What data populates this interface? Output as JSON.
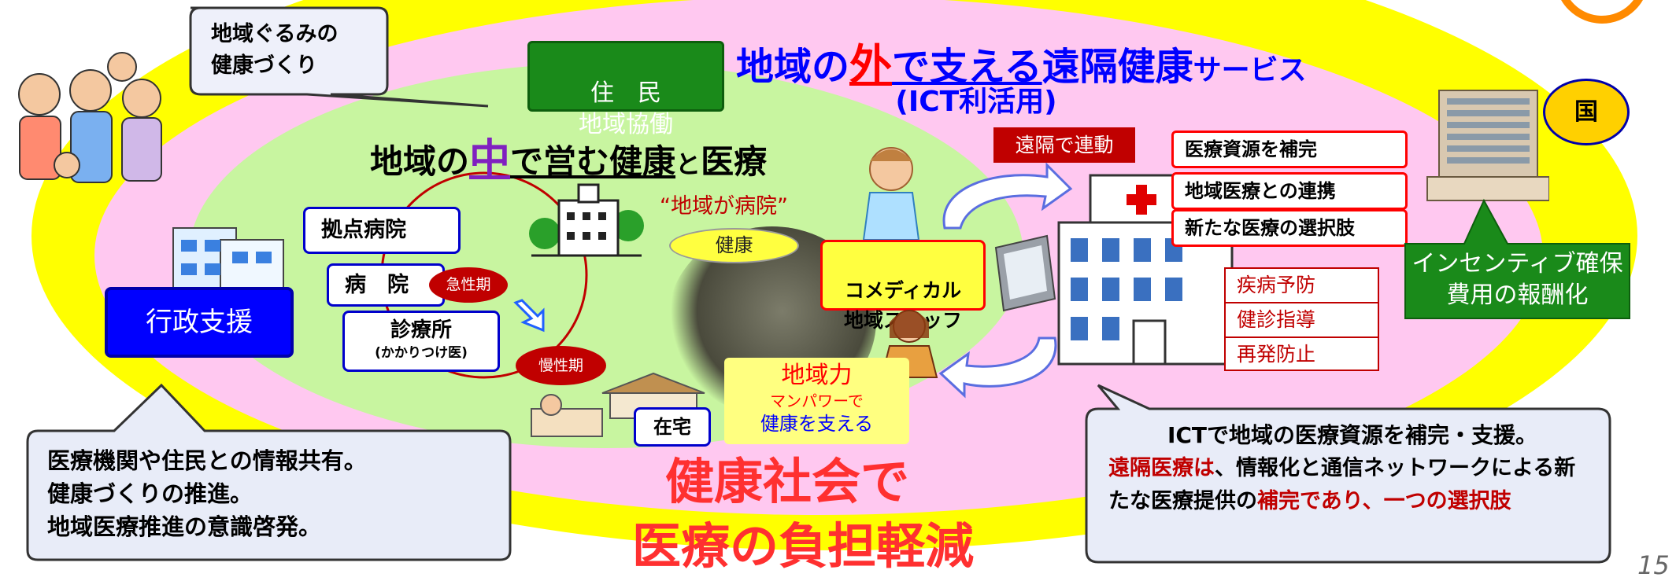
{
  "callouts": {
    "top_left": "地域ぐるみの\n健康づくり",
    "bottom_left": "医療機関や住民との情報共有。\n健康づくりの推進。\n地域医療推進の意識啓発。",
    "bottom_right_line1": "ICTで地域の医療資源を補完・支援。",
    "bottom_right_red1": "遠隔医療は",
    "bottom_right_mid": "、情報化と通信ネットワークによる新たな医療提供の",
    "bottom_right_red2": "補完であり、一つの選択肢"
  },
  "headline_outer": {
    "part1": "地域の",
    "part2": "外",
    "part3": "で支える",
    "part4": "遠隔健康",
    "part5": "サービス",
    "sub": "(ICT利活用)"
  },
  "headline_inner": {
    "part1": "地域の",
    "part2": "中",
    "part3": "で営む健康",
    "part4": "と",
    "part5": "医療"
  },
  "labels": {
    "residents": "住　民\n地域協働",
    "admin_support": "行政支援",
    "base_hospital": "拠点病院",
    "hospital": "病　院",
    "clinic": "診療所",
    "clinic_sub": "(かかりつけ医)",
    "home": "在宅",
    "acute": "急性期",
    "chronic": "慢性期",
    "community_hospital": "“地域が病院”",
    "health": "健康",
    "comedical": "コメディカル\n地域スタッフ",
    "community_power": "地域力",
    "manpower": "マンパワーで",
    "support_health": "健康を支える",
    "remote_link": "遠隔で連動",
    "supplement": "医療資源を補完",
    "cooperation": "地域医療との連携",
    "new_option": "新たな医療の選択肢",
    "prevention": "疾病予防",
    "checkup": "健診指導",
    "relapse": "再発防止",
    "country": "国",
    "incentive": "インセンティブ確保\n費用の報酬化",
    "healthy_society": "健康社会で",
    "reduce_burden": "医療の負担軽減",
    "page_number": "15"
  },
  "colors": {
    "outer_ellipse": "#ffff00",
    "pink_ellipse": "#ffc8f0",
    "green_ellipse": "#c8f5a0",
    "headline_blue": "#0000ff",
    "headline_red": "#ff0000",
    "dark_red": "#c00000",
    "green_box": "#1a8a1a"
  }
}
